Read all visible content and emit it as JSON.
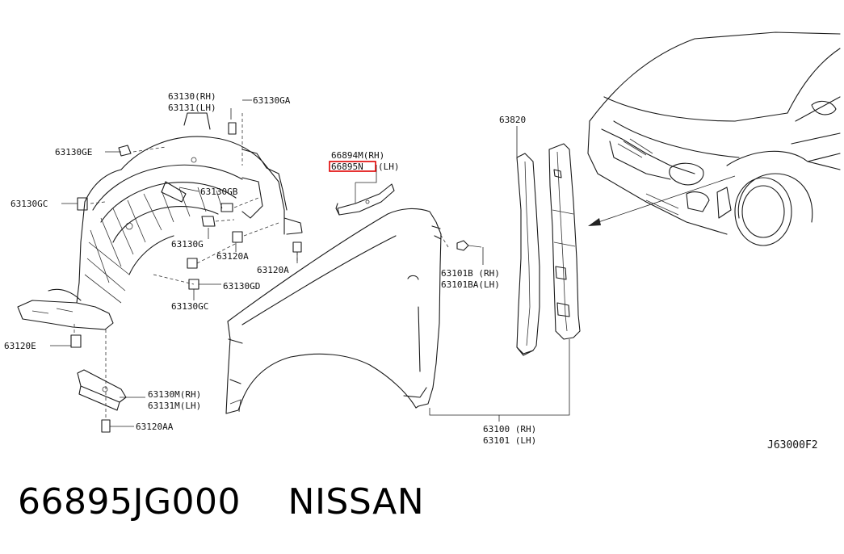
{
  "diagram_code": "J63000F2",
  "labels": {
    "p63130": "63130(RH)",
    "p63131": "63131(LH)",
    "p63130GA": "63130GA",
    "p63130GE": "63130GE",
    "p63130GC_left": "63130GC",
    "p63130GB": "63130GB",
    "p63130G": "63130G",
    "p63120A_1": "63120A",
    "p63120A_2": "63120A",
    "p63130GD": "63130GD",
    "p63130GC_bottom": "63130GC",
    "p63120E": "63120E",
    "p63130M": "63130M(RH)",
    "p63131M": "63131M(LH)",
    "p63120AA": "63120AA",
    "p66894M": "66894M(RH)",
    "p66895N": "66895N",
    "p66895N_lh": "(LH)",
    "p63101B": "63101B (RH)",
    "p63101BA": "63101BA(LH)",
    "p63820": "63820",
    "p63100": "63100 (RH)",
    "p63101": "63101 (LH)"
  },
  "footer": {
    "part_number": "66895JG000",
    "brand": "NISSAN"
  }
}
